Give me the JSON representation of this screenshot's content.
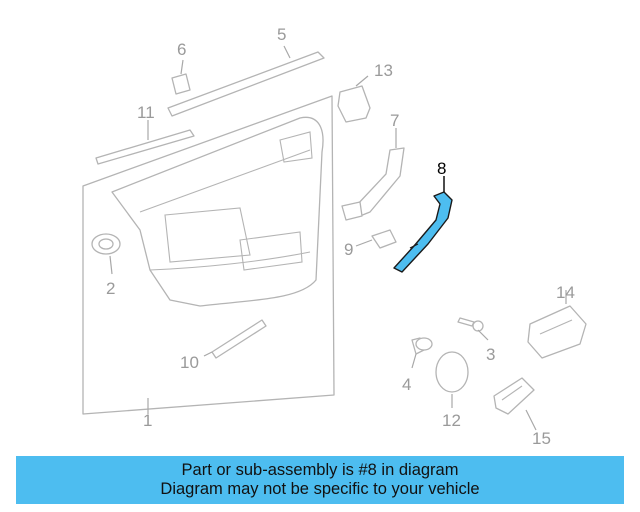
{
  "callouts": {
    "c1": "1",
    "c2": "2",
    "c3": "3",
    "c4": "4",
    "c5": "5",
    "c6": "6",
    "c7": "7",
    "c8": "8",
    "c9": "9",
    "c10": "10",
    "c11": "11",
    "c12": "12",
    "c13": "13",
    "c14": "14",
    "c15": "15"
  },
  "highlighted_part": "8",
  "colors": {
    "highlight": "#4dbdf0",
    "banner": "#4dbdf0",
    "line_art": "#b4b4b4",
    "callout_text": "#9a9a9a"
  },
  "banner": {
    "line1": "Part or sub-assembly is #8 in diagram",
    "line2": "Diagram may not be specific to your vehicle"
  }
}
